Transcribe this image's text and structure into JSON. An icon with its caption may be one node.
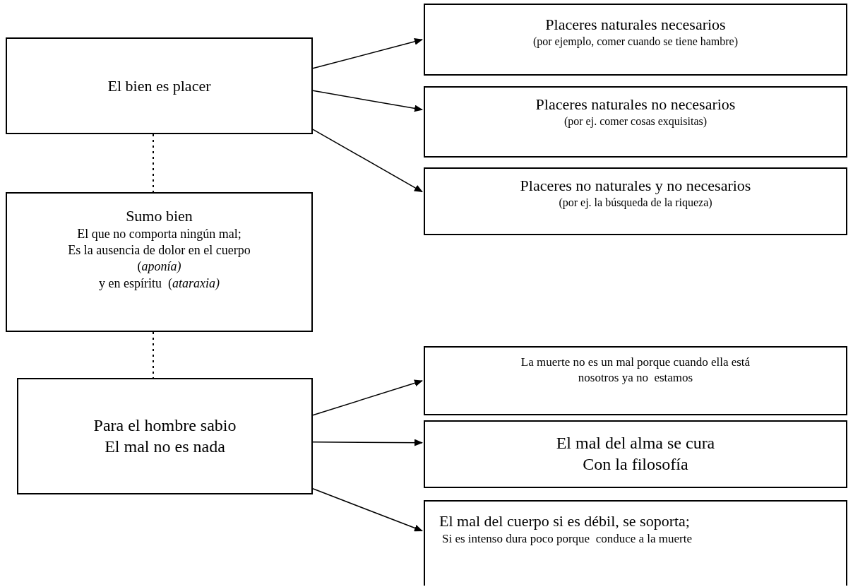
{
  "diagram": {
    "nodes": [
      {
        "text": [
          "El bien es placer"
        ]
      },
      {
        "text": [
          "Sumo bien",
          "El que no comporta ningún mal;",
          "Es la ausencia de dolor en el cuerpo",
          "(*aponía)*",
          "y en espíritu  (*ataraxia)*"
        ]
      },
      {
        "text": [
          "Para el hombre sabio",
          "El mal no es nada"
        ]
      },
      {
        "text": [
          "Placeres naturales necesarios",
          "(por ejemplo, comer cuando se tiene hambre)"
        ]
      },
      {
        "text": [
          "Placeres naturales no necesarios",
          "(por ej. comer cosas exquisitas)"
        ]
      },
      {
        "text": [
          "Placeres no naturales y no necesarios",
          "(por ej. la búsqueda de la riqueza)"
        ]
      },
      {
        "text": [
          "La muerte no es un mal porque cuando ella está nosotros ya no  estamos"
        ]
      },
      {
        "text": [
          "El mal del alma se cura",
          "Con la filosofía"
        ]
      },
      {
        "text": [
          "El mal del cuerpo si es débil, se soporta;",
          "Si es intenso dura poco porque  conduce a la muerte"
        ]
      }
    ],
    "edges": [
      {
        "from": 0,
        "to": 3,
        "arrow": "to"
      },
      {
        "from": 0,
        "to": 4,
        "arrow": "to"
      },
      {
        "from": 0,
        "to": 5,
        "arrow": "to"
      },
      {
        "from": 0,
        "to": 1,
        "arrow": "none",
        "style": "dashed"
      },
      {
        "from": 1,
        "to": 2,
        "arrow": "none",
        "style": "dashed"
      },
      {
        "from": 2,
        "to": 6,
        "arrow": "to"
      },
      {
        "from": 2,
        "to": 7,
        "arrow": "to"
      },
      {
        "from": 2,
        "to": 8,
        "arrow": "to"
      }
    ]
  }
}
